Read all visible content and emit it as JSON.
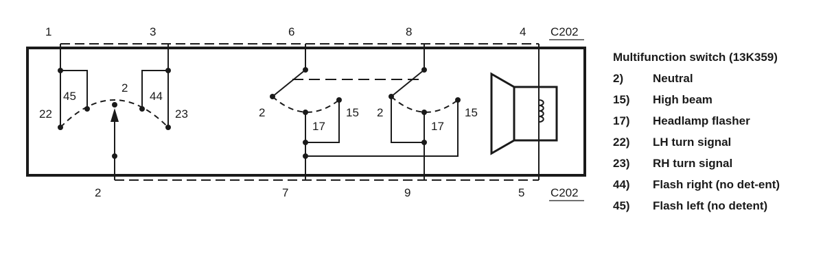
{
  "connector": "C202",
  "pins_top": [
    "1",
    "3",
    "6",
    "8",
    "4"
  ],
  "pins_bottom": [
    "2",
    "7",
    "9",
    "5"
  ],
  "contacts": {
    "turn": [
      "45",
      "44",
      "22",
      "23",
      "2"
    ],
    "beam_left": [
      "2",
      "15",
      "17"
    ],
    "beam_right": [
      "2",
      "15",
      "17"
    ]
  },
  "legend": {
    "title": "Multifunction switch (13K359)",
    "items": [
      {
        "num": "2)",
        "desc": "Neutral"
      },
      {
        "num": "15)",
        "desc": "High beam"
      },
      {
        "num": "17)",
        "desc": "Headlamp flasher"
      },
      {
        "num": "22)",
        "desc": "LH turn signal"
      },
      {
        "num": "23)",
        "desc": "RH turn signal"
      },
      {
        "num": "44)",
        "desc": "Flash right (no det-ent)"
      },
      {
        "num": "45)",
        "desc": "Flash left (no detent)"
      }
    ]
  }
}
